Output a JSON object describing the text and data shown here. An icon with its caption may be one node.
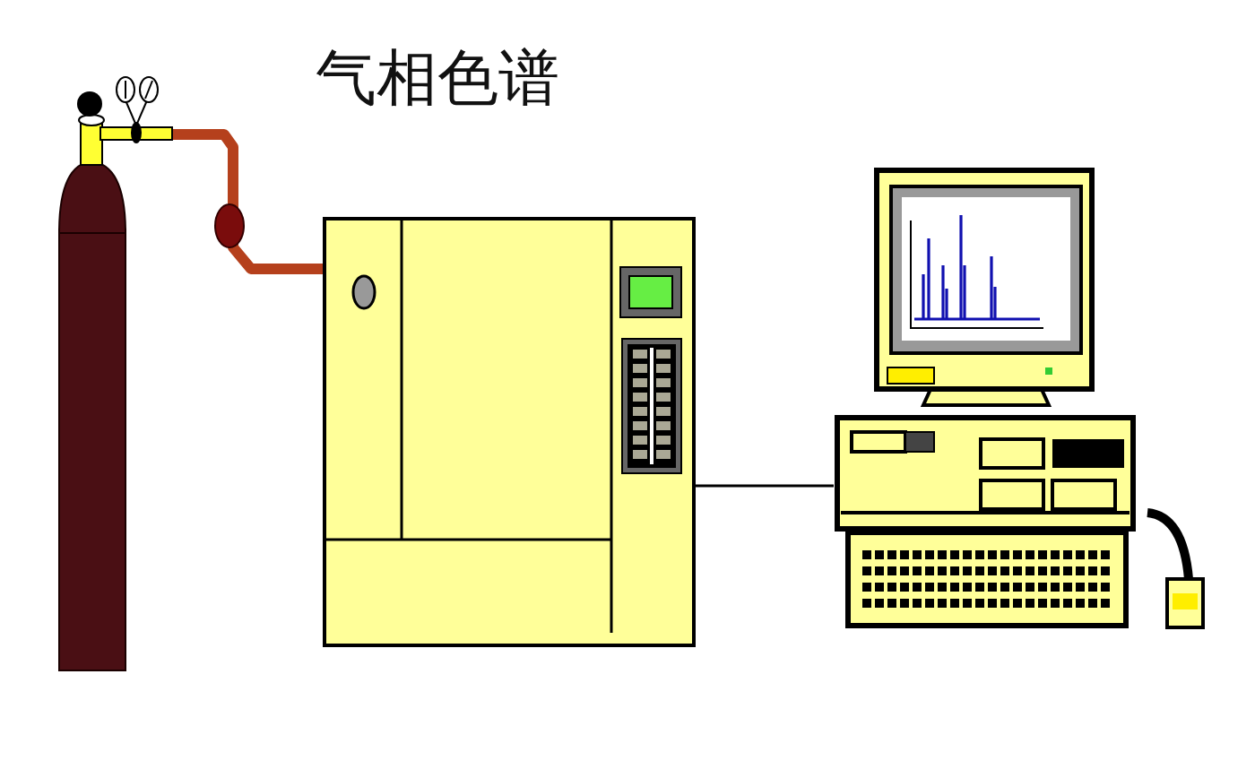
{
  "diagram": {
    "title": "气相色谱",
    "nodes": [
      {
        "text": [],
        "shape": "picture"
      },
      {
        "text": [],
        "shape": "picture"
      },
      {
        "text": [],
        "shape": "picture"
      }
    ],
    "edges": [
      {
        "from": 0,
        "to": 1,
        "arrow": "none",
        "style": "thick",
        "color": "#b5401c"
      },
      {
        "from": 1,
        "to": 2,
        "arrow": "none",
        "color": "#000000"
      }
    ]
  }
}
